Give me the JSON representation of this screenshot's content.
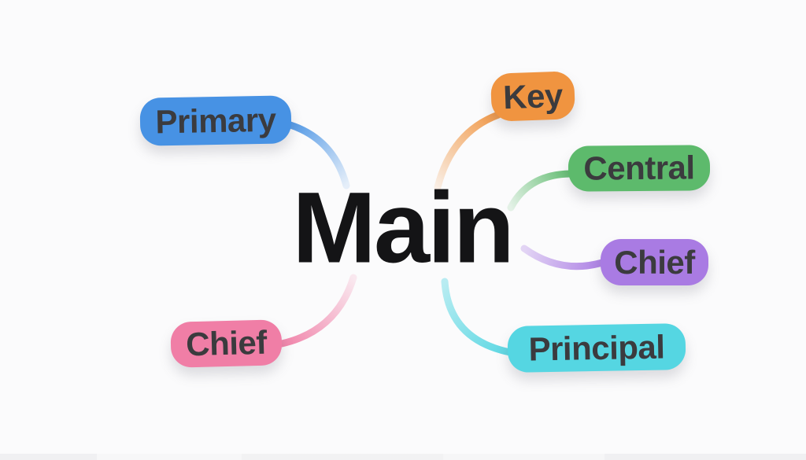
{
  "canvas": {
    "background": "#FBFBFC"
  },
  "mindmap": {
    "root": {
      "label": "Main",
      "text_color": "#141416"
    },
    "node_text_color": "#3B3B3E",
    "nodes": [
      {
        "id": "primary",
        "label": "Primary",
        "color": "#4792E4"
      },
      {
        "id": "key",
        "label": "Key",
        "color": "#F09440"
      },
      {
        "id": "central",
        "label": "Central",
        "color": "#5DBA6C"
      },
      {
        "id": "chief-r",
        "label": "Chief",
        "color": "#A97BE3"
      },
      {
        "id": "principal",
        "label": "Principal",
        "color": "#55D6E2"
      },
      {
        "id": "chief-l",
        "label": "Chief",
        "color": "#F07EA6"
      }
    ]
  }
}
